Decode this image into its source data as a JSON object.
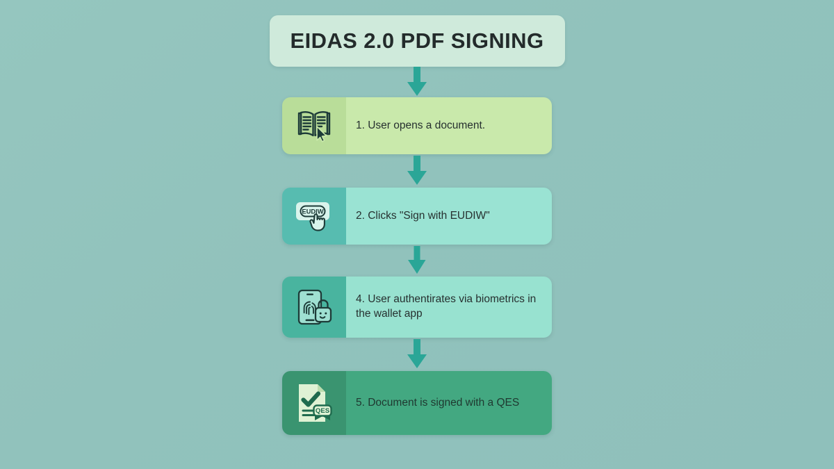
{
  "diagram": {
    "title": "EIDAS 2.0 PDF SIGNING",
    "type": "vertical-flowchart",
    "background_color": "#92c3bd",
    "title_card_color": "#cfeadb",
    "arrow_color": "#2aa697",
    "steps": [
      {
        "number": "1",
        "label": "1. User opens a document.",
        "icon": "open-book-with-cursor-icon",
        "icon_pane_color": "#b9dd99",
        "text_pane_color": "#c9e9ab"
      },
      {
        "number": "2",
        "label": "2. Clicks \"Sign with EUDIW\"",
        "icon": "eudiw-button-click-icon",
        "icon_badge_text": "EUDIW",
        "icon_pane_color": "#57bcb0",
        "text_pane_color": "#9ae3d3"
      },
      {
        "number": "4",
        "label": "4. User authentirates via biometrics in the wallet app",
        "icon": "phone-fingerprint-padlock-icon",
        "icon_pane_color": "#49b49f",
        "text_pane_color": "#98e2d0"
      },
      {
        "number": "5",
        "label": "5. Document is signed with a QES",
        "icon": "signed-document-qes-icon",
        "icon_badge_text": "QES",
        "icon_pane_color": "#3a9470",
        "text_pane_color": "#43a881"
      }
    ]
  }
}
